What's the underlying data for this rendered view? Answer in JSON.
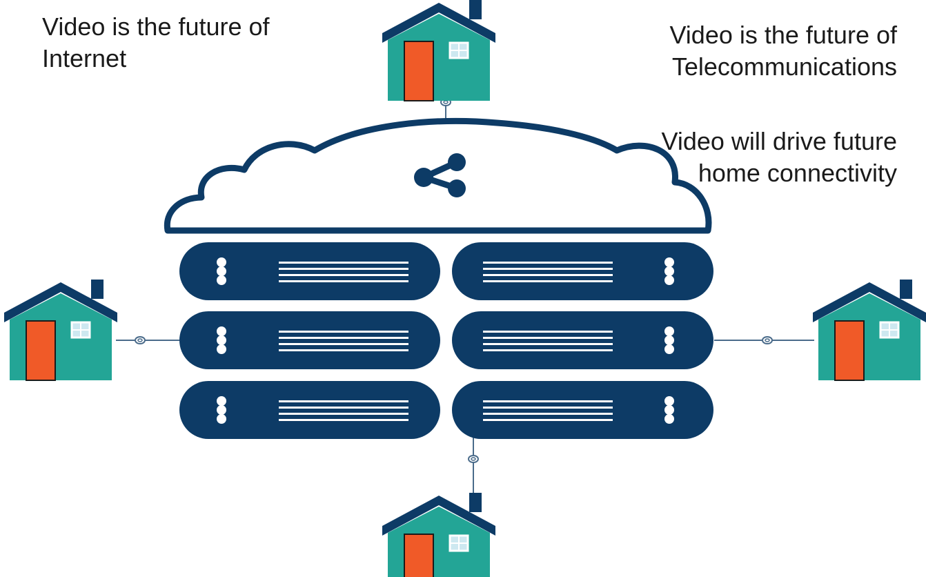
{
  "captions": {
    "internet": {
      "line1": "Video is the future of",
      "line2": "Internet"
    },
    "telecom": {
      "line1": "Video is the future of",
      "line2": "Telecommunications"
    },
    "home": {
      "line1": "Video will drive future",
      "line2": "home connectivity"
    }
  },
  "colors": {
    "navy": "#0d3b66",
    "teal": "#23a596",
    "door": "#f05a28",
    "window": "#cde8f0",
    "line": "#4a6b8a"
  },
  "icons": {
    "cloud": "share-icon",
    "server": "server-rack-icon",
    "house": "house-icon"
  }
}
